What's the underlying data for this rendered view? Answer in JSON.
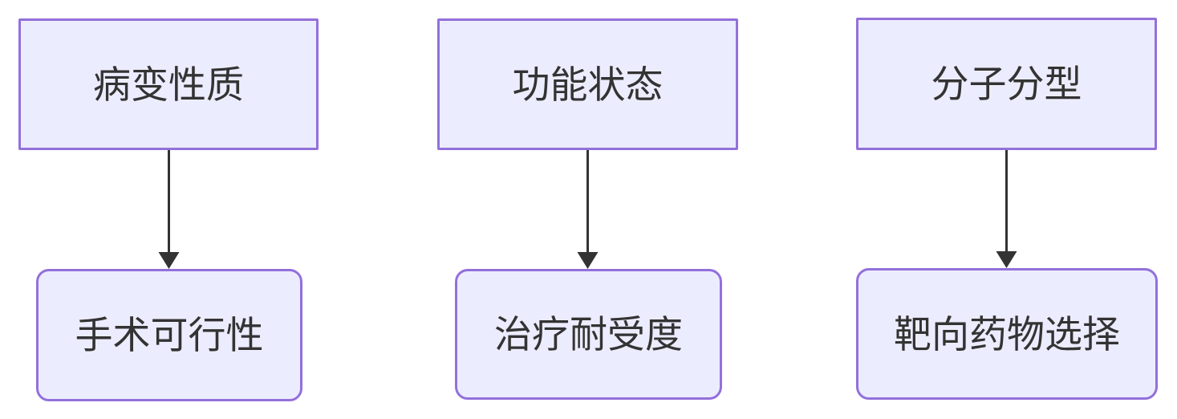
{
  "diagram": {
    "type": "flowchart",
    "direction": "top-down",
    "nodes": [
      {
        "id": "source-1",
        "label": "病变性质",
        "shape": "rectangle"
      },
      {
        "id": "target-1",
        "label": "手术可行性",
        "shape": "rounded-rectangle"
      },
      {
        "id": "source-2",
        "label": "功能状态",
        "shape": "rectangle"
      },
      {
        "id": "target-2",
        "label": "治疗耐受度",
        "shape": "rounded-rectangle"
      },
      {
        "id": "source-3",
        "label": "分子分型",
        "shape": "rectangle"
      },
      {
        "id": "target-3",
        "label": "靶向药物选择",
        "shape": "rounded-rectangle"
      }
    ],
    "edges": [
      {
        "from": "病变性质",
        "to": "手术可行性"
      },
      {
        "from": "功能状态",
        "to": "治疗耐受度"
      },
      {
        "from": "分子分型",
        "to": "靶向药物选择"
      }
    ],
    "colors": {
      "node_fill": "#ECECFF",
      "node_border": "#9370DB",
      "edge": "#333333",
      "text": "#333333",
      "background": "#FFFFFF"
    }
  }
}
